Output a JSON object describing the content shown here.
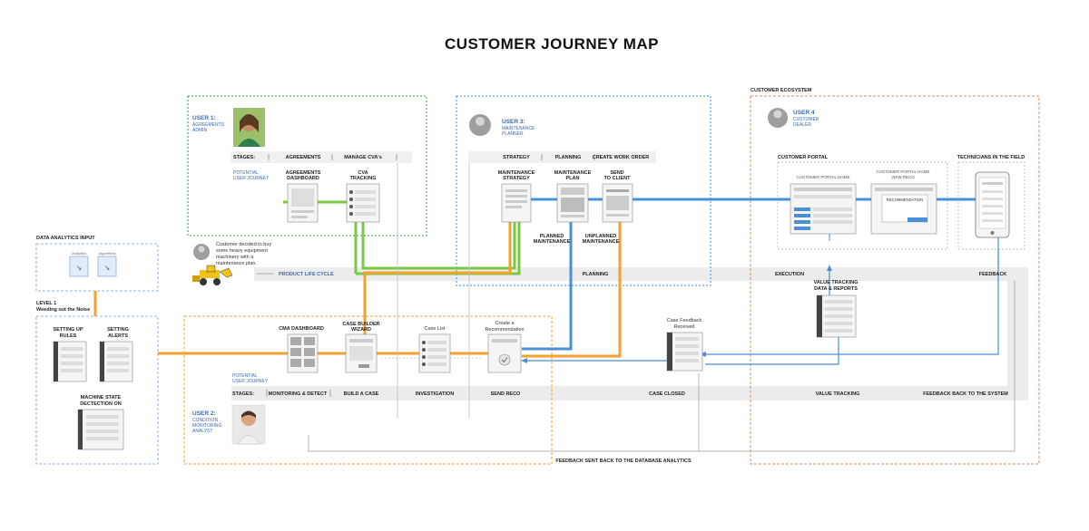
{
  "title": "CUSTOMER JOURNEY MAP",
  "colors": {
    "green": "#7ac943",
    "orange": "#f4a02c",
    "blue": "#4a8fd8",
    "navy": "#3a6bb0",
    "peach": "#d98c6a",
    "band": "#ececec",
    "text": "#333333"
  },
  "data_analytics": {
    "heading": "DATA ANALYTICS INPUT",
    "analytics": "Analytics",
    "algorithms": "Algorithms",
    "level_line1": "LEVEL 1",
    "level_line2": "Weeding out the Noise",
    "setting_rules_1": "SETTING UP",
    "setting_rules_2": "RULES",
    "setting_alerts_1": "SETTING",
    "setting_alerts_2": "ALERTS",
    "machine_state_1": "MACHINE STATE",
    "machine_state_2": "DECTECTION ON"
  },
  "user1": {
    "label": "USER 1:",
    "role_1": "AGREEMENTS",
    "role_2": "ADMIN",
    "stages_label": "STAGES:",
    "stage_a": "AGREEMENTS",
    "stage_b": "MANAGE CVA's",
    "potential_1": "POTENTIAL",
    "potential_2": "USER JOURNEY",
    "screen1_1": "AGREEMENTS",
    "screen1_2": "DASHBOARD",
    "screen2_1": "CVA",
    "screen2_2": "TRACKING"
  },
  "user3": {
    "label": "USER 3:",
    "role_1": "MAINTENANCE",
    "role_2": "PLANNER",
    "stage_a": "STRATEGY",
    "stage_b": "PLANNING",
    "stage_c": "CREATE WORK ORDER",
    "screen1_1": "MAINTENANCE",
    "screen1_2": "STRATEGY",
    "screen2_1": "MAINTENANCE",
    "screen2_2": "PLAN",
    "screen3_1": "SEND",
    "screen3_2": "TO CLIENT",
    "planned_1": "PLANNED",
    "planned_2": "MAINTENANCE",
    "unplanned_1": "UNPLANNED",
    "unplanned_2": "MAINTENANCE"
  },
  "customer": {
    "note_1": "Customer decided to buy",
    "note_2": "some heavy equipment",
    "note_3": "machinery with a",
    "note_4": "maintenance plan."
  },
  "lifecycle": {
    "product": "PRODUCT LIFE CYCLE",
    "planning": "PLANNING",
    "execution": "EXECUTION",
    "feedback": "FEEDBACK"
  },
  "ecosystem": {
    "heading": "CUSTOMER ECOSYSTEM",
    "user_label": "USER 4",
    "user_role_1": "CUSTOMER",
    "user_role_2": "DEALER",
    "portal": "CUSTOMER PORTAL",
    "portal_home": "CUSTOMER PORTAL HOME",
    "portal_view_1": "CUSTOMER PORTAL HOME",
    "portal_view_2": "VIEW RECO",
    "recommendation": "RECOMMENDATION",
    "technicians": "TECHNICIANS IN THE FIELD",
    "value_tracking_1": "VALUE TRACKING",
    "value_tracking_2": "DATA & REPORTS"
  },
  "user2": {
    "label": "USER 2:",
    "role_1": "CONDITION",
    "role_2": "MONITORING",
    "role_3": "ANALYST",
    "potential_1": "POTENTIAL",
    "potential_2": "USER JOURNEY",
    "stages_label": "STAGES:",
    "cma_dashboard": "CMA DASHBOARD",
    "case_builder_1": "CASE BUILDER",
    "case_builder_2": "WIZARD",
    "case_list": "Case List",
    "create_reco_1": "Create a",
    "create_reco_2": "Recommendation",
    "case_feedback_1": "Case Feedback",
    "case_feedback_2": "Received"
  },
  "bottom_stages": {
    "monitoring": "MONITORING & DETECT",
    "build": "BUILD A CASE",
    "investigation": "INVESTIGATION",
    "send_reco": "SEND RECO",
    "case_closed": "CASE CLOSED",
    "value_tracking": "VALUE TRACKING",
    "feedback_back": "FEEDBACK BACK TO THE SYSTEM"
  },
  "feedback_note": "FEEDBACK SENT BACK TO THE DATABASE ANALYTICS"
}
